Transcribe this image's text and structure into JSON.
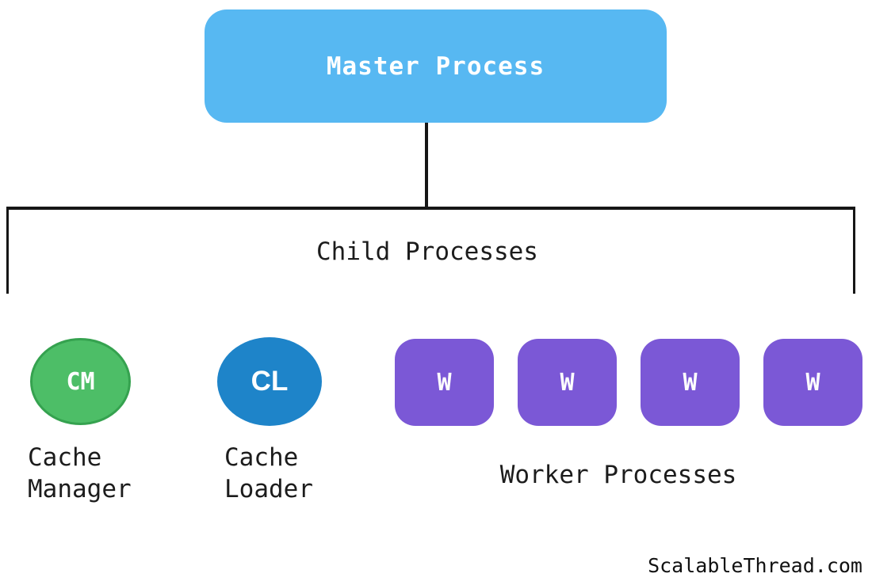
{
  "diagram": {
    "background_color": "#FFFFFF",
    "connector_color": "#161616",
    "master": {
      "label": "Master Process",
      "fill": "#57B8F2",
      "text_color": "#FFFFFF"
    },
    "child_group": {
      "label": "Child Processes"
    },
    "cache_manager": {
      "abbrev": "CM",
      "caption": "Cache\nManager",
      "fill": "#4DBE67",
      "border_color": "#35A24F",
      "text_color": "#FFFFFF"
    },
    "cache_loader": {
      "abbrev": "CL",
      "caption": "Cache\nLoader",
      "fill": "#1E84C9",
      "text_color": "#FFFFFF"
    },
    "workers": {
      "caption": "Worker Processes",
      "fill": "#7B58D6",
      "text_color": "#FFFFFF",
      "items": [
        {
          "abbrev": "W"
        },
        {
          "abbrev": "W"
        },
        {
          "abbrev": "W"
        },
        {
          "abbrev": "W"
        }
      ]
    },
    "watermark": "ScalableThread.com"
  }
}
